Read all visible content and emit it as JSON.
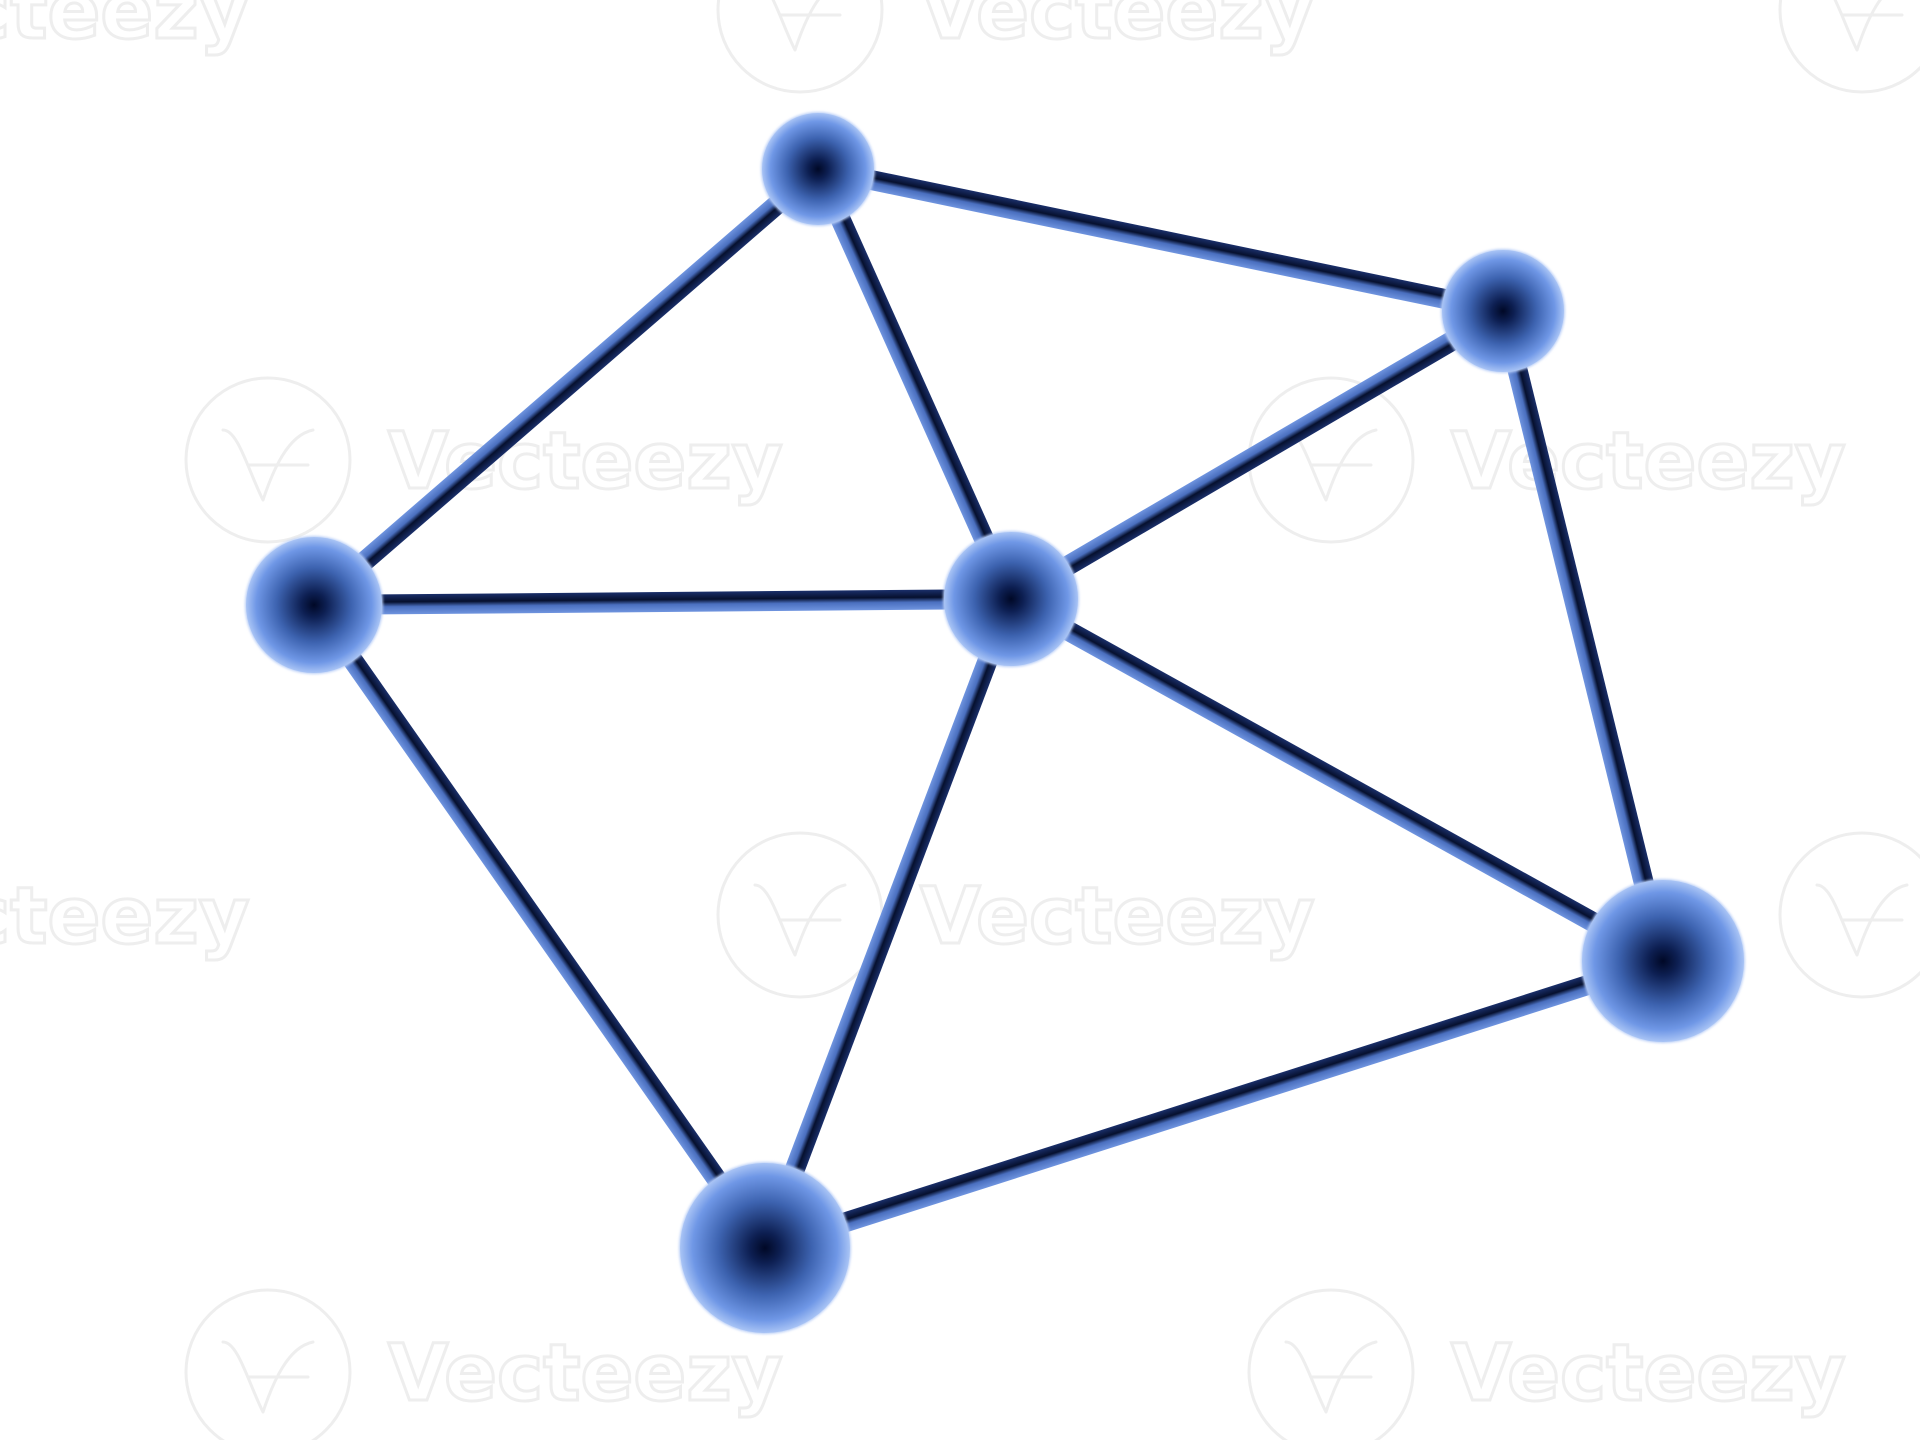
{
  "watermark": {
    "text": "Vecteezy"
  },
  "colors": {
    "background": "#ffffff",
    "edge_light": "#6f94df",
    "edge_dark": "#06102e",
    "node_light": "#7fa5ec",
    "node_dark": "#000826",
    "watermark": "#eeeeee"
  },
  "network": {
    "nodes": [
      {
        "id": "top"
      },
      {
        "id": "top-right"
      },
      {
        "id": "left"
      },
      {
        "id": "center"
      },
      {
        "id": "right"
      },
      {
        "id": "bottom"
      }
    ],
    "edges": [
      {
        "from": "top",
        "to": "top-right"
      },
      {
        "from": "top",
        "to": "left"
      },
      {
        "from": "top",
        "to": "center"
      },
      {
        "from": "top-right",
        "to": "center"
      },
      {
        "from": "top-right",
        "to": "right"
      },
      {
        "from": "left",
        "to": "center"
      },
      {
        "from": "left",
        "to": "bottom"
      },
      {
        "from": "center",
        "to": "bottom"
      },
      {
        "from": "center",
        "to": "right"
      },
      {
        "from": "bottom",
        "to": "right"
      }
    ]
  }
}
